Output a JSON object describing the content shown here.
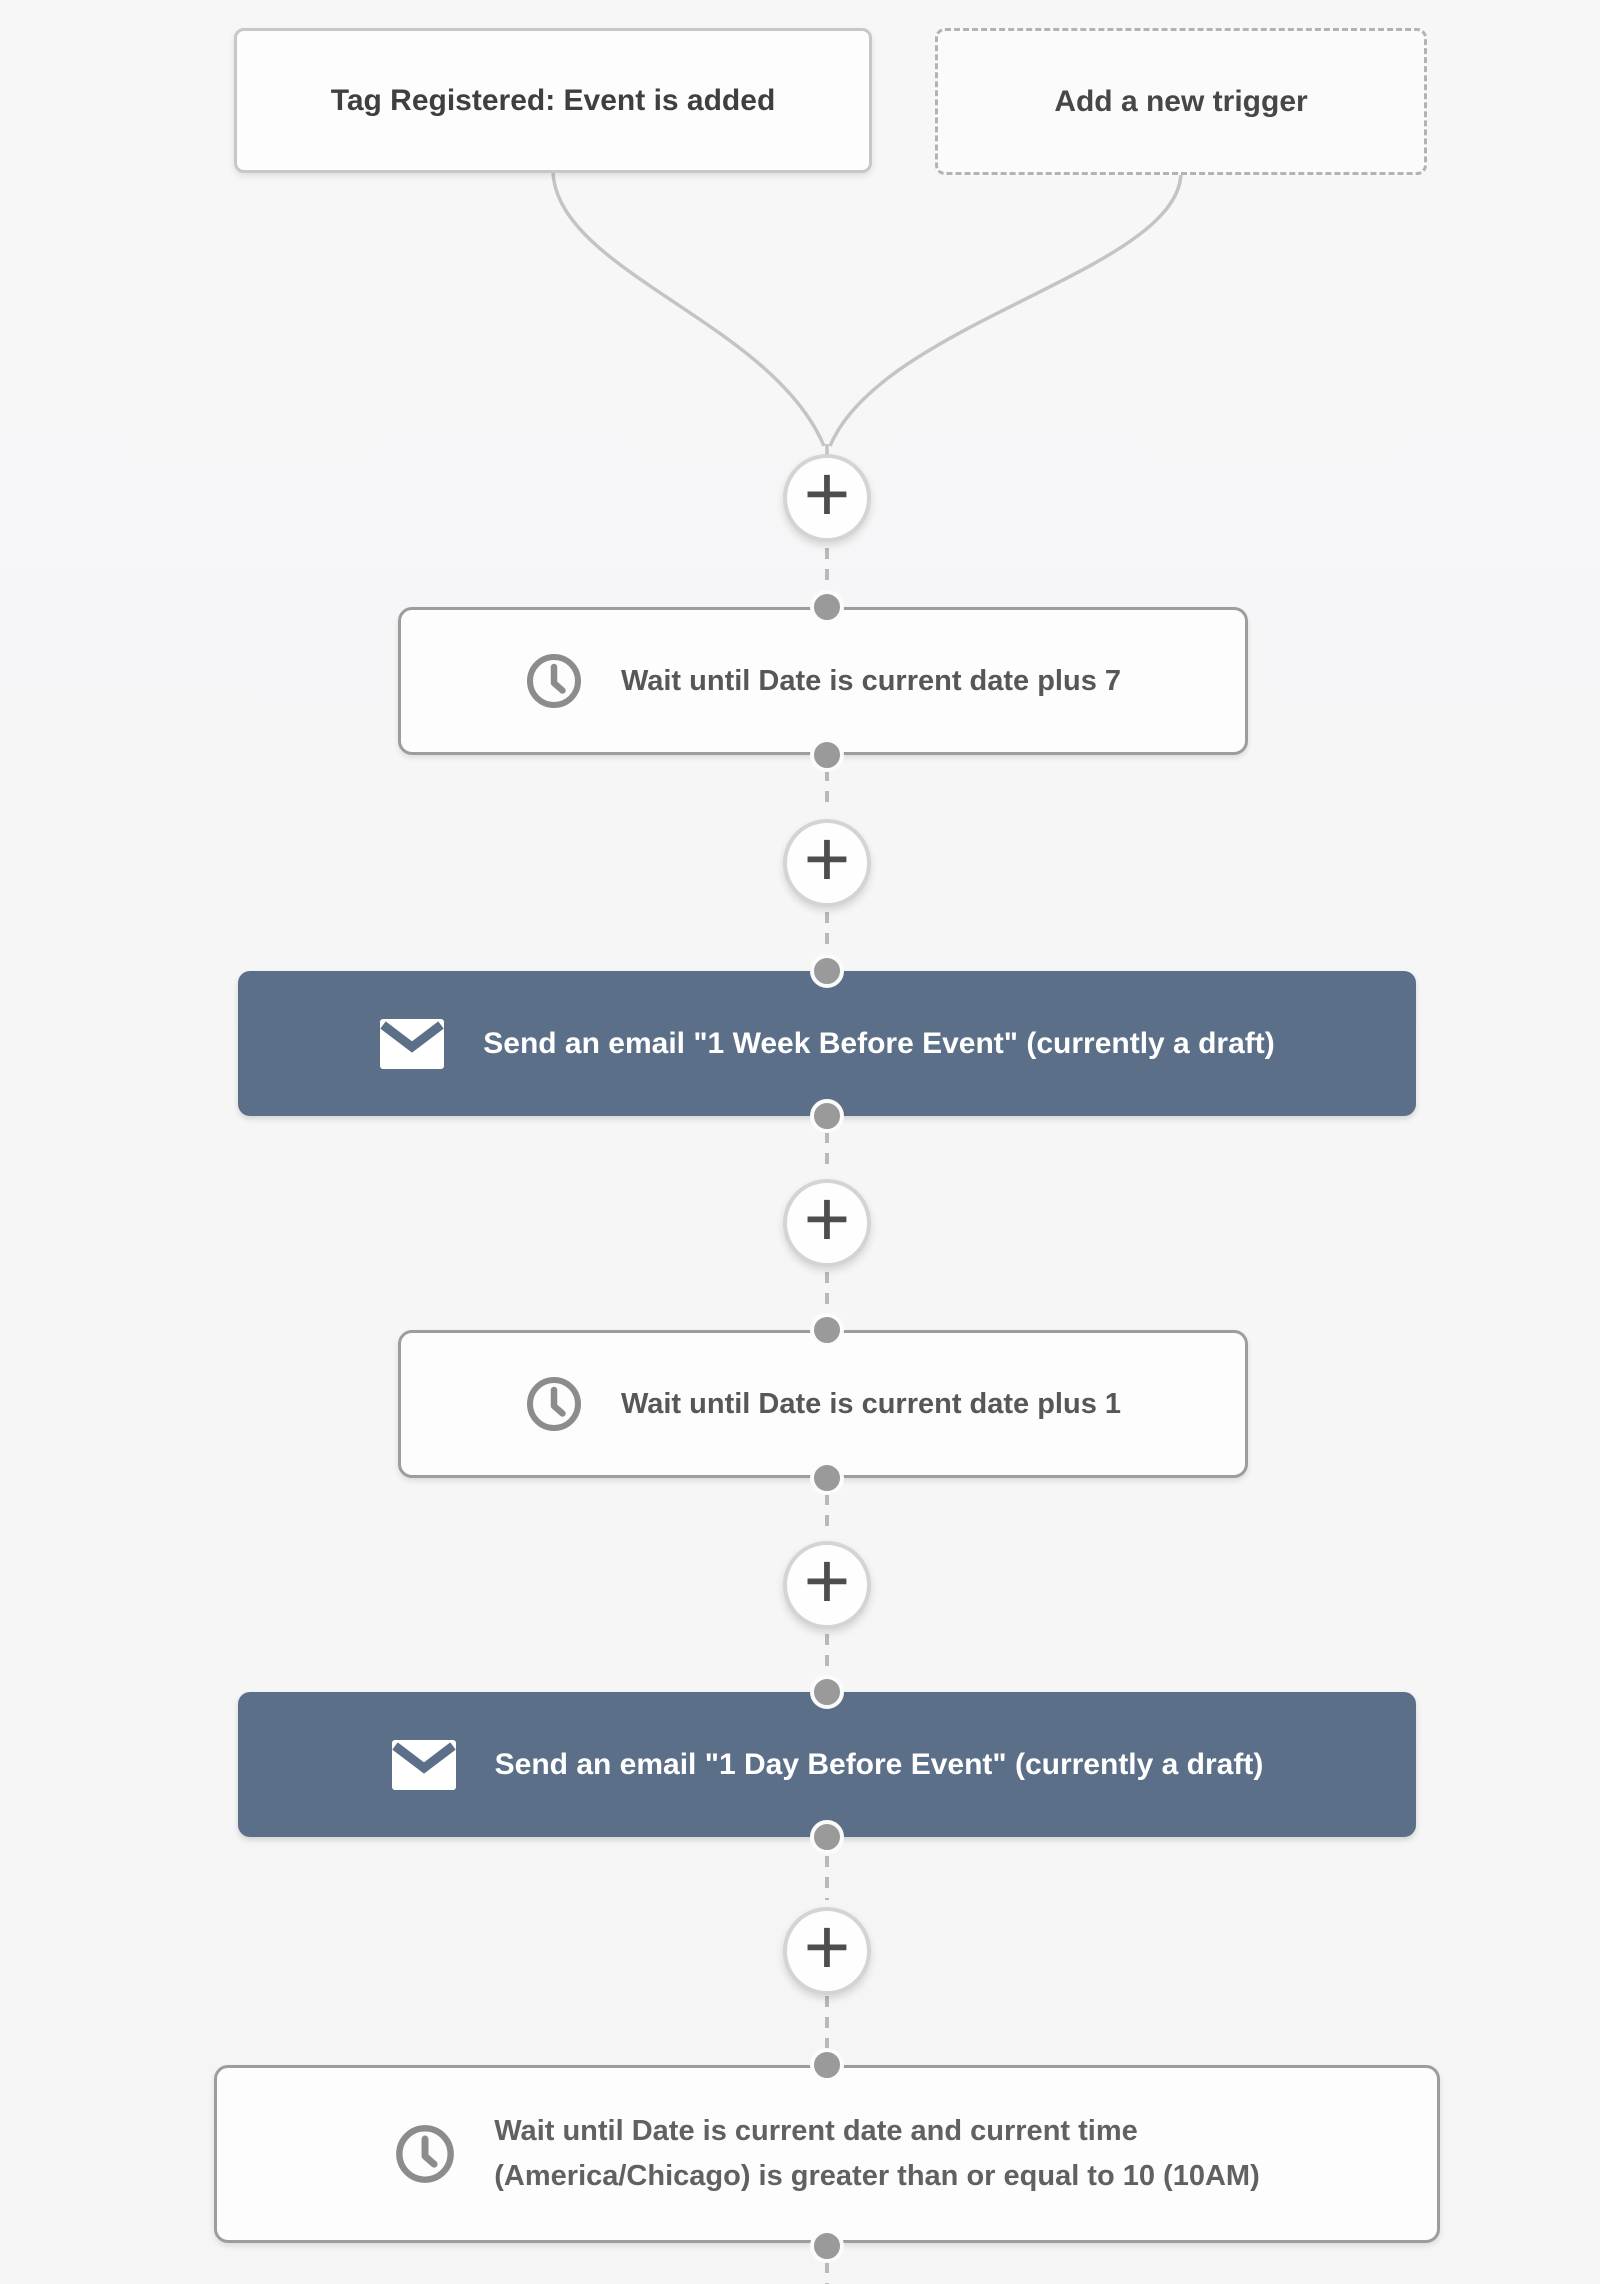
{
  "canvas": {
    "title": "Automation workflow canvas"
  },
  "colors": {
    "background": "#f6f6f7",
    "email_node": "#5c6f88",
    "wait_border": "#9d9d9d",
    "trigger_border": "#c7c7c7",
    "connector": "#c4c4c4",
    "dot": "#9a9a9a",
    "text_dark": "#3f3f3f",
    "text_gray": "#575757",
    "text_white": "#ffffff"
  },
  "triggers": {
    "active": {
      "label": "Tag Registered: Event is added"
    },
    "add_new": {
      "label": "Add a new trigger"
    }
  },
  "add_step": {
    "glyph": "+"
  },
  "steps": [
    {
      "type": "wait",
      "icon": "clock-icon",
      "label": "Wait until Date is current date plus 7"
    },
    {
      "type": "email",
      "icon": "envelope-icon",
      "label": "Send an email \"1 Week Before Event\" (currently a draft)"
    },
    {
      "type": "wait",
      "icon": "clock-icon",
      "label": "Wait until Date is current date plus 1"
    },
    {
      "type": "email",
      "icon": "envelope-icon",
      "label": "Send an email \"1 Day Before Event\" (currently a draft)"
    },
    {
      "type": "wait",
      "icon": "clock-icon",
      "label_lines": [
        "Wait until Date is current date and current time",
        "(America/Chicago) is greater than or equal to 10 (10AM)"
      ]
    }
  ]
}
